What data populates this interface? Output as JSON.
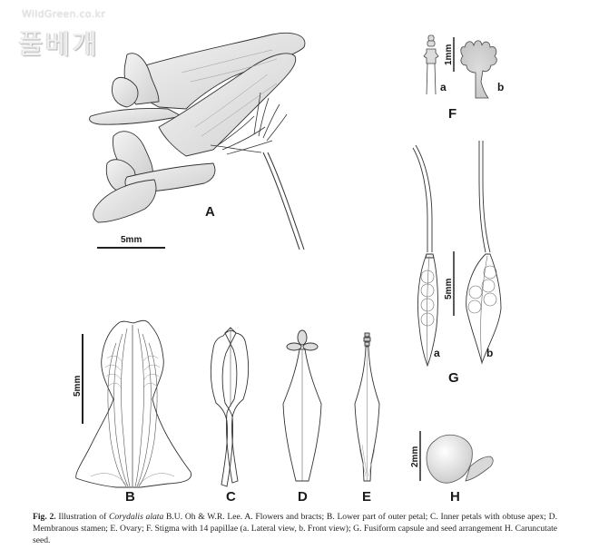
{
  "watermark": {
    "url": "WildGreen.co.kr",
    "korean": "풀베개"
  },
  "figure": {
    "panels": [
      {
        "id": "A",
        "label": "A",
        "description": "Flowers and bracts",
        "scale": "5mm"
      },
      {
        "id": "B",
        "label": "B",
        "description": "Lower part of outer petal",
        "scale": "5mm"
      },
      {
        "id": "C",
        "label": "C",
        "description": "Inner petals with obtuse apex"
      },
      {
        "id": "D",
        "label": "D",
        "description": "Membranous stamen"
      },
      {
        "id": "E",
        "label": "E",
        "description": "Ovary"
      },
      {
        "id": "F",
        "label": "F",
        "description": "Stigma with 14 papillae",
        "scale": "1mm",
        "sub_labels": [
          "a",
          "b"
        ]
      },
      {
        "id": "G",
        "label": "G",
        "description": "Fusiform capsule and seed arrangement",
        "scale": "5mm",
        "sub_labels": [
          "a",
          "b"
        ]
      },
      {
        "id": "H",
        "label": "H",
        "description": "Caruncutate seed",
        "scale": "2mm"
      }
    ]
  },
  "caption": {
    "fig_label": "Fig. 2.",
    "intro": "Illustration of",
    "species": "Corydalis alata",
    "rest": "B.U. Oh & W.R. Lee. A. Flowers and bracts; B. Lower part of outer petal; C. Inner petals with obtuse apex; D. Membranous stamen; E. Ovary; F. Stigma with 14 papillae (a. Lateral view, b. Front view); G. Fusiform capsule and seed arrangement H. Caruncutate seed."
  }
}
